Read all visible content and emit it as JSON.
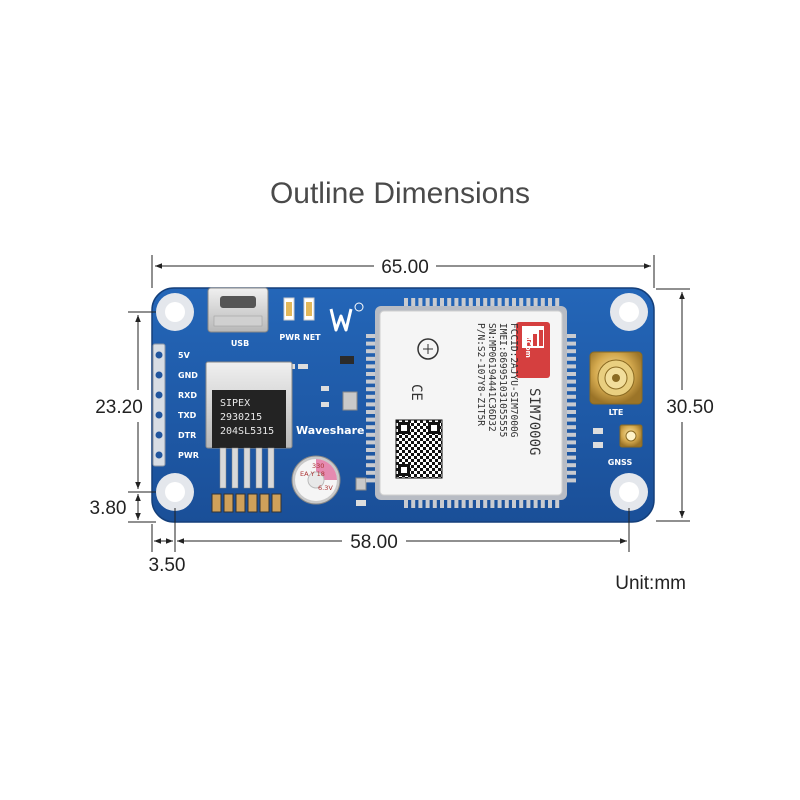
{
  "title": "Outline Dimensions",
  "unit_label": "Unit:mm",
  "dimensions": {
    "width_total": "65.00",
    "height_total": "30.50",
    "hole_spacing_vertical": "23.20",
    "hole_offset_vertical": "3.80",
    "hole_offset_horizontal": "3.50",
    "hole_spacing_horizontal": "58.00"
  },
  "board": {
    "color": "#1e5aa8",
    "brand": "Waveshare",
    "labels": {
      "usb": "USB",
      "pwr_net": "PWR NET",
      "lte": "LTE",
      "gnss": "GNSS"
    },
    "pins": [
      "5V",
      "GND",
      "RXD",
      "TXD",
      "DTR",
      "PWR"
    ],
    "regulator_text": [
      "SIPEX",
      "2930215",
      "204SL5315"
    ],
    "capacitor_text": [
      "EA Y 18",
      "330",
      "6.3V"
    ],
    "module": {
      "brand": "SIMCom",
      "model": "SIM7000G",
      "lines": [
        "P/N:S2-107Y8-Z1T5R",
        "SN:MP06194441C36D32",
        "IMEI:869951031055555",
        "FCCID:2AJYU-SIM7000G"
      ],
      "ce_mark": "CE"
    }
  }
}
